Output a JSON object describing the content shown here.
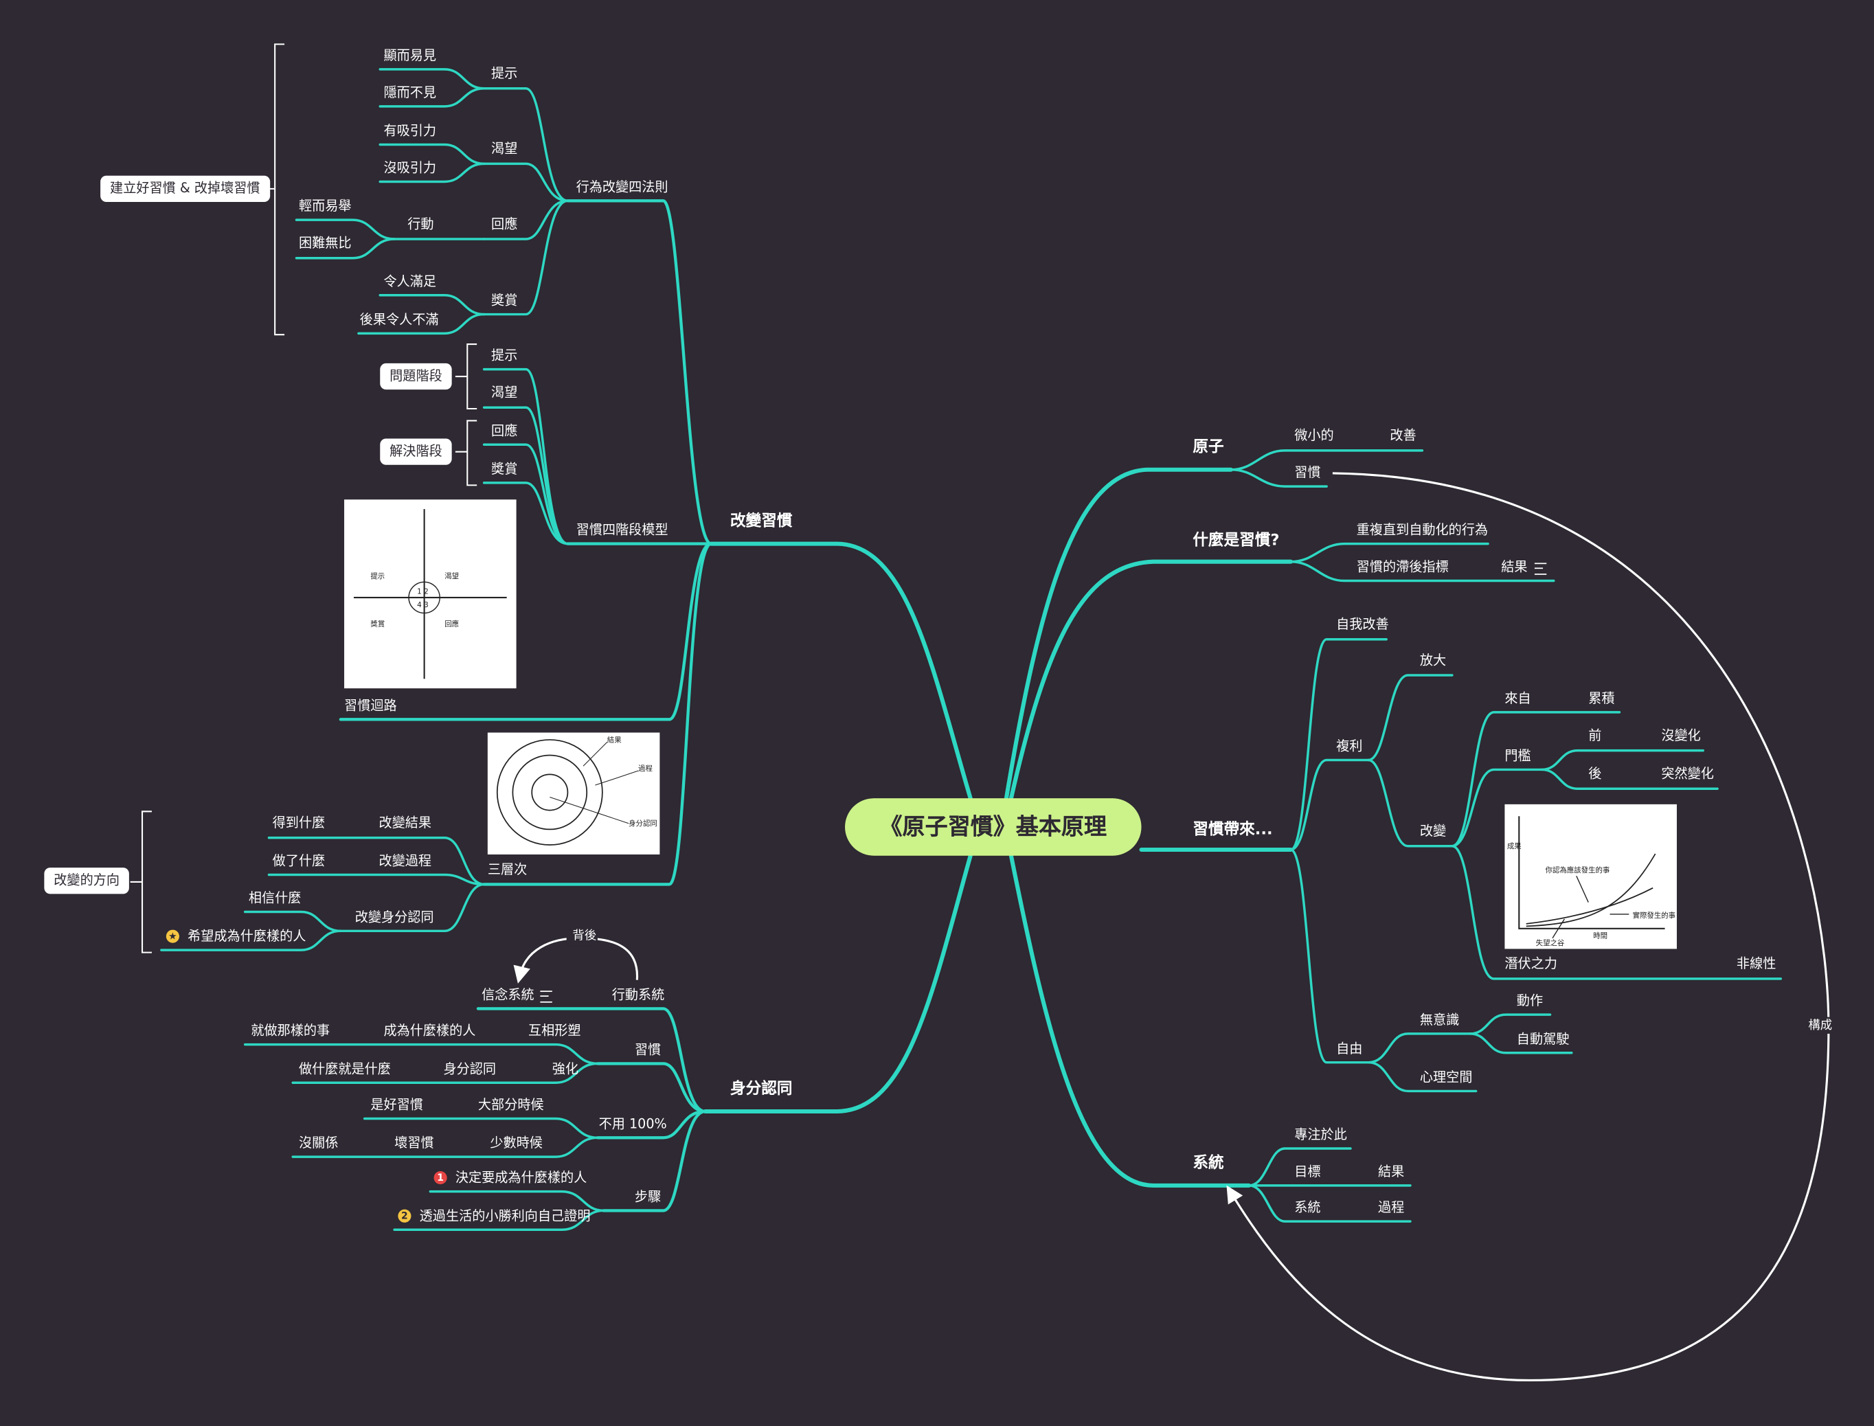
{
  "root": {
    "label": "《原子習慣》基本原理"
  },
  "colors": {
    "background": "#2e2932",
    "branch": "#2ed8c3",
    "root": "#ccf28a",
    "text": "#ffffff"
  },
  "right": {
    "atom": {
      "title": "原子",
      "small": "微小的",
      "improve": "改善",
      "habit": "習慣"
    },
    "what": {
      "title": "什麼是習慣?",
      "def1": "重複直到自動化的行為",
      "def2": "習慣的滯後指標",
      "result": "結果"
    },
    "brings": {
      "title": "習慣帶來...",
      "self": "自我改善",
      "compound": "複利",
      "amplify": "放大",
      "change": "改變",
      "from": "來自",
      "accum": "累積",
      "threshold": "門檻",
      "before": "前",
      "nochange": "沒變化",
      "after": "後",
      "sudden": "突然變化",
      "latent": "潛伏之力",
      "nonlinear": "非線性",
      "freedom": "自由",
      "unconscious": "無意識",
      "action": "動作",
      "autodrive": "自動駕駛",
      "mental": "心理空間"
    },
    "system": {
      "title": "系統",
      "focus": "專注於此",
      "goal": "目標",
      "goal_r": "結果",
      "sys": "系統",
      "sys_r": "過程"
    },
    "relation": "構成"
  },
  "left": {
    "change": {
      "title": "改變習慣",
      "four_laws": "行為改變四法則",
      "cue": "提示",
      "obvious": "顯而易見",
      "hidden": "隱而不見",
      "craving": "渴望",
      "attractive": "有吸引力",
      "unattractive": "沒吸引力",
      "response": "回應",
      "act": "行動",
      "easy": "輕而易舉",
      "hard": "困難無比",
      "reward": "獎賞",
      "satisfy": "令人滿足",
      "unsatisfy": "後果令人不滿",
      "summary_box": "建立好習慣 & 改掉壞習慣",
      "four_stage": "習慣四階段模型",
      "s_cue": "提示",
      "s_craving": "渴望",
      "s_response": "回應",
      "s_reward": "獎賞",
      "problem_box": "問題階段",
      "solution_box": "解決階段",
      "loop": "習慣迴路",
      "loop_img": {
        "q1": "提示",
        "q2": "渴望",
        "q3": "回應",
        "q4": "獎賞",
        "n12": "1 2",
        "n43": "4 3"
      },
      "three_layers": "三層次",
      "layers_img": {
        "outcome": "結果",
        "process": "過程",
        "identity": "身分認同"
      },
      "change_result": "改變結果",
      "get_what": "得到什麼",
      "change_process": "改變過程",
      "do_what": "做了什麼",
      "change_identity": "改變身分認同",
      "believe": "相信什麼",
      "become": "希望成為什麼樣的人",
      "direction_box": "改變的方向"
    },
    "identity": {
      "title": "身分認同",
      "behind": "背後",
      "belief": "信念系統",
      "action_sys": "行動系統",
      "habit": "習慣",
      "mutual": "互相形塑",
      "become_person": "成為什麼樣的人",
      "do_things": "就做那樣的事",
      "reinforce": "強化",
      "identity": "身分認同",
      "you_are": "做什麼就是什麼",
      "not100": "不用 100%",
      "most": "大部分時候",
      "good": "是好習慣",
      "few": "少數時候",
      "bad": "壞習慣",
      "fine": "沒關係",
      "steps": "步驟",
      "step1": "決定要成為什麼樣的人",
      "step2": "透過生活的小勝利向自己證明"
    }
  },
  "chart_img": {
    "ylabel": "成果",
    "xlabel": "時間",
    "expect": "你認為應該發生的事",
    "actual": "實際發生的事",
    "valley": "失望之谷"
  }
}
